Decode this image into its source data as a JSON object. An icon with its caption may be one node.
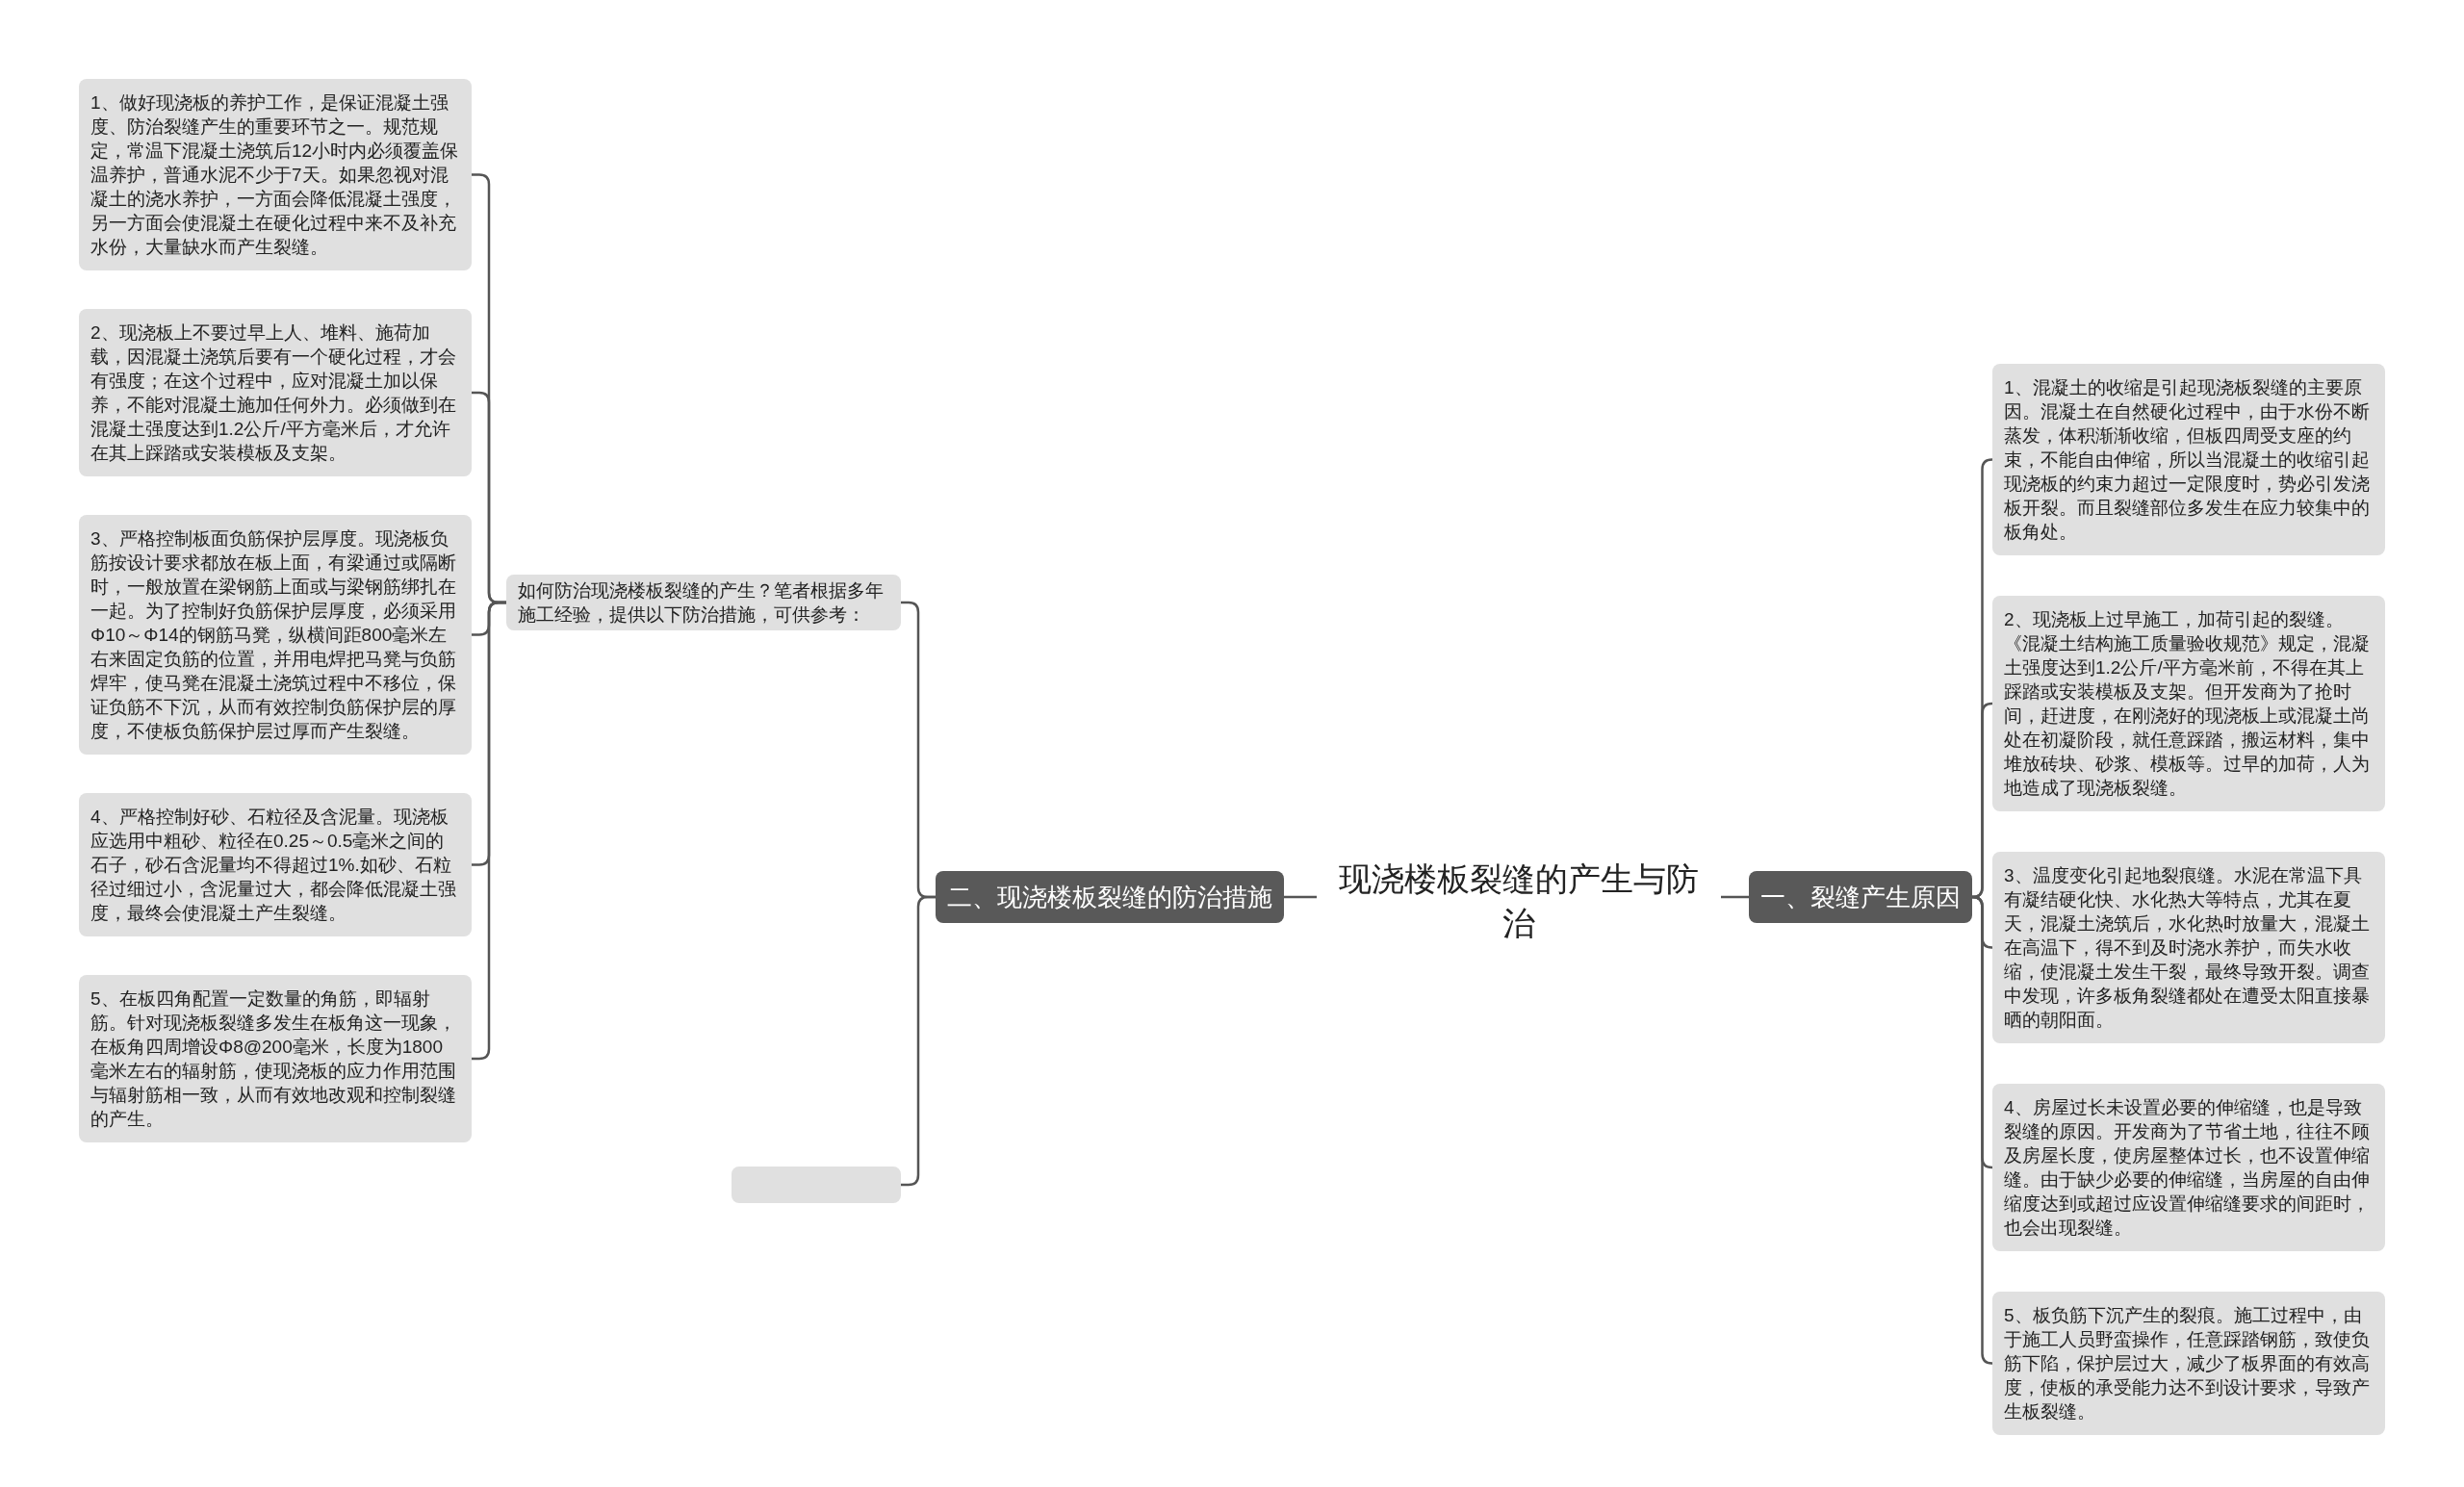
{
  "diagram": {
    "nodes": [
      {
        "text": [
          "现浇楼板裂缝的产生与防治"
        ]
      },
      {
        "text": [
          "二、现浇楼板裂缝的防治措施"
        ]
      },
      {
        "text": [
          "如何防治现浇楼板裂缝的产生？笔者根据多年施工经验，提供以下防治措施，可供参考："
        ]
      },
      {
        "text": [
          "1、做好现浇板的养护工作，是保证混凝土强度、防治裂缝产生的重要环节之一。规范规定，常温下混凝土浇筑后12小时内必须覆盖保温养护，普通水泥不少于7天。如果忽视对混凝土的浇水养护，一方面会降低混凝土强度，另一方面会使混凝土在硬化过程中来不及补充水份，大量缺水而产生裂缝。"
        ]
      },
      {
        "text": [
          "2、现浇板上不要过早上人、堆料、施荷加载，因混凝土浇筑后要有一个硬化过程，才会有强度；在这个过程中，应对混凝土加以保养，不能对混凝土施加任何外力。必须做到在混凝土强度达到1.2公斤/平方毫米后，才允许在其上踩踏或安装模板及支架。"
        ]
      },
      {
        "text": [
          "3、严格控制板面负筋保护层厚度。现浇板负筋按设计要求都放在板上面，有梁通过或隔断时，一般放置在梁钢筋上面或与梁钢筋绑扎在一起。为了控制好负筋保护层厚度，必须采用Φ10～Φ14的钢筋马凳，纵横间距800毫米左右来固定负筋的位置，并用电焊把马凳与负筋焊牢，使马凳在混凝土浇筑过程中不移位，保证负筋不下沉，从而有效控制负筋保护层的厚度，不使板负筋保护层过厚而产生裂缝。"
        ]
      },
      {
        "text": [
          "4、严格控制好砂、石粒径及含泥量。现浇板应选用中粗砂、粒径在0.25～0.5毫米之间的石子，砂石含泥量均不得超过1%.如砂、石粒径过细过小，含泥量过大，都会降低混凝土强度，最终会使混凝土产生裂缝。"
        ]
      },
      {
        "text": [
          "5、在板四角配置一定数量的角筋，即辐射筋。针对现浇板裂缝多发生在板角这一现象，在板角四周增设Φ8@200毫米，长度为1800毫米左右的辐射筋，使现浇板的应力作用范围与辐射筋相一致，从而有效地改观和控制裂缝的产生。"
        ]
      },
      {
        "text": [],
        "shape": "box"
      },
      {
        "text": [
          "一、裂缝产生原因"
        ]
      },
      {
        "text": [
          "1、混凝土的收缩是引起现浇板裂缝的主要原因。混凝土在自然硬化过程中，由于水份不断蒸发，体积渐渐收缩，但板四周受支座的约束，不能自由伸缩，所以当混凝土的收缩引起现浇板的约束力超过一定限度时，势必引发浇板开裂。而且裂缝部位多发生在应力较集中的板角处。"
        ]
      },
      {
        "text": [
          "2、现浇板上过早施工，加荷引起的裂缝。《混凝土结构施工质量验收规范》规定，混凝土强度达到1.2公斤/平方毫米前，不得在其上踩踏或安装模板及支架。但开发商为了抢时间，赶进度，在刚浇好的现浇板上或混凝土尚处在初凝阶段，就任意踩踏，搬运材料，集中堆放砖块、砂浆、模板等。过早的加荷，人为地造成了现浇板裂缝。"
        ]
      },
      {
        "text": [
          "3、温度变化引起地裂痕缝。水泥在常温下具有凝结硬化快、水化热大等特点，尤其在夏天，混凝土浇筑后，水化热时放量大，混凝土在高温下，得不到及时浇水养护，而失水收缩，使混凝土发生干裂，最终导致开裂。调查中发现，许多板角裂缝都处在遭受太阳直接暴晒的朝阳面。"
        ]
      },
      {
        "text": [
          "4、房屋过长未设置必要的伸缩缝，也是导致裂缝的原因。开发商为了节省土地，往往不顾及房屋长度，使房屋整体过长，也不设置伸缩缝。由于缺少必要的伸缩缝，当房屋的自由伸缩度达到或超过应设置伸缩缝要求的间距时，也会出现裂缝。"
        ]
      },
      {
        "text": [
          "5、板负筋下沉产生的裂痕。施工过程中，由于施工人员野蛮操作，任意踩踏钢筋，致使负筋下陷，保护层过大，减少了板界面的有效高度，使板的承受能力达不到设计要求，导致产生板裂缝。"
        ]
      }
    ],
    "edges": [
      {
        "from": 0,
        "to": 1,
        "arrow": "none"
      },
      {
        "from": 1,
        "to": 2,
        "arrow": "none"
      },
      {
        "from": 2,
        "to": 3,
        "arrow": "none"
      },
      {
        "from": 2,
        "to": 4,
        "arrow": "none"
      },
      {
        "from": 2,
        "to": 5,
        "arrow": "none"
      },
      {
        "from": 2,
        "to": 6,
        "arrow": "none"
      },
      {
        "from": 2,
        "to": 7,
        "arrow": "none"
      },
      {
        "from": 1,
        "to": 8,
        "arrow": "none"
      },
      {
        "from": 0,
        "to": 9,
        "arrow": "none"
      },
      {
        "from": 9,
        "to": 10,
        "arrow": "none"
      },
      {
        "from": 9,
        "to": 11,
        "arrow": "none"
      },
      {
        "from": 9,
        "to": 12,
        "arrow": "none"
      },
      {
        "from": 9,
        "to": 13,
        "arrow": "none"
      },
      {
        "from": 9,
        "to": 14,
        "arrow": "none"
      }
    ]
  }
}
